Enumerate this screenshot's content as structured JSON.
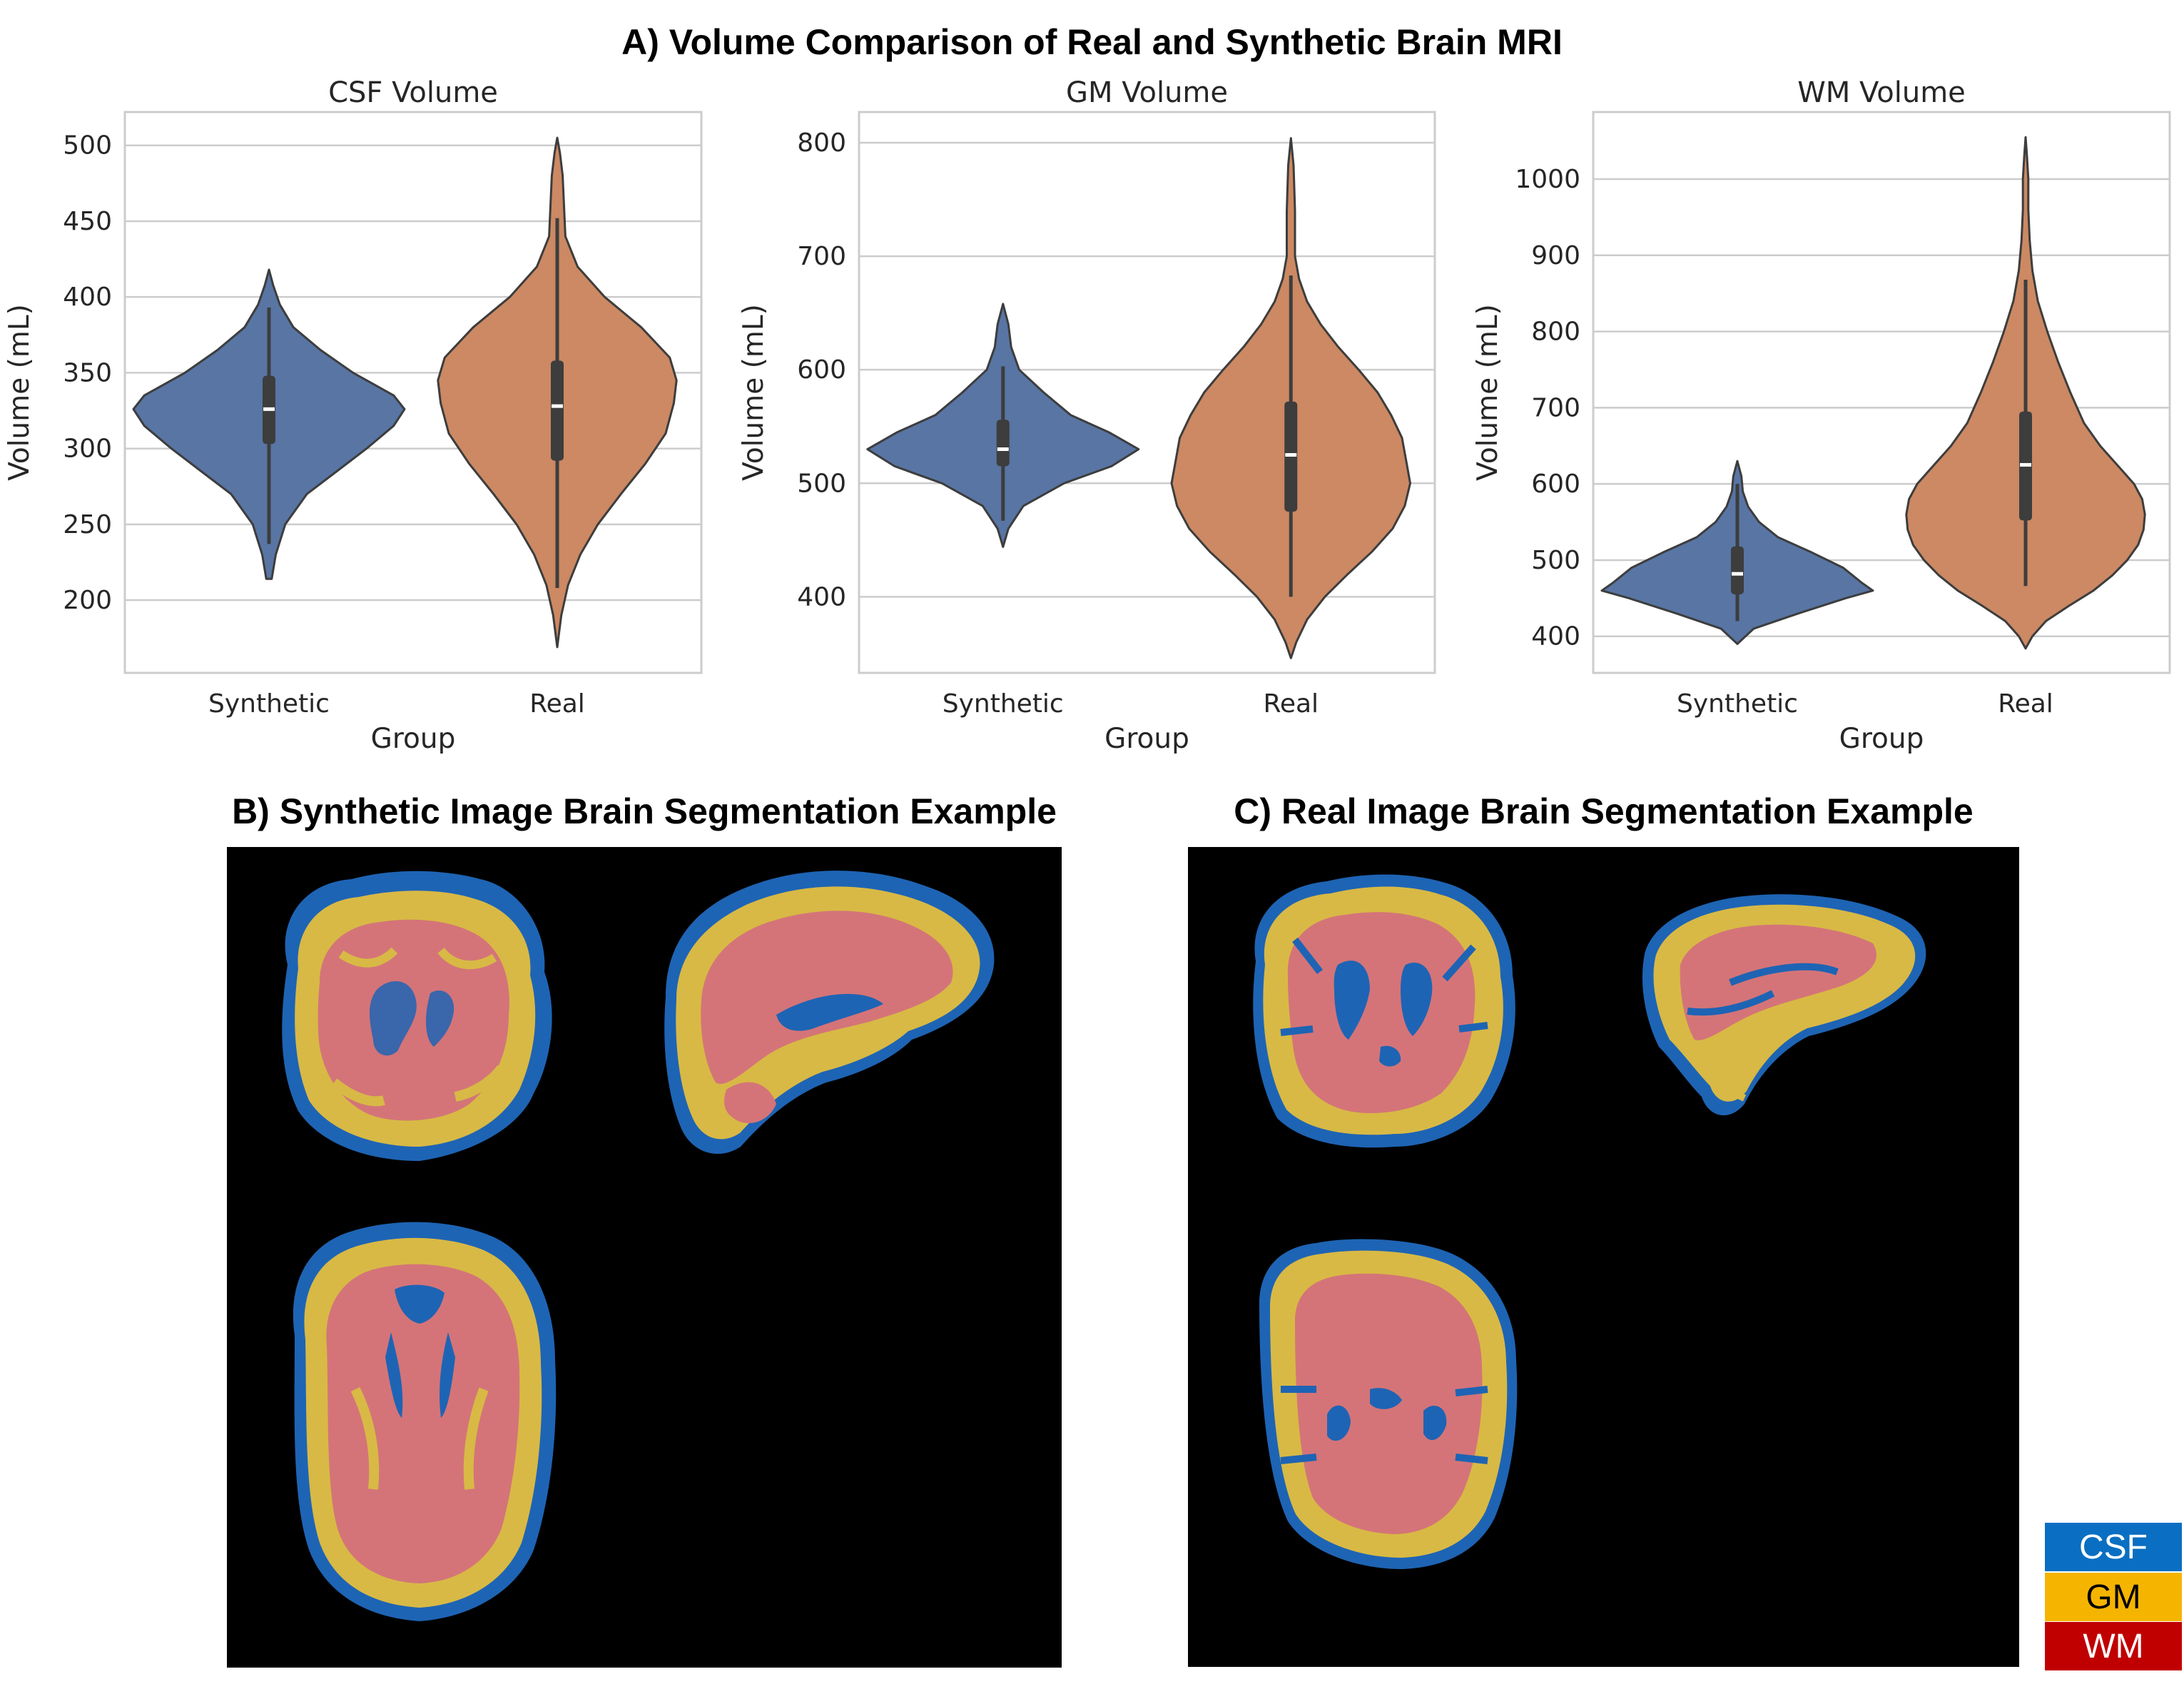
{
  "figure": {
    "title_a": "A) Volume Comparison of Real and Synthetic Brain MRI",
    "title_b": "B) Synthetic Image Brain Segmentation Example",
    "title_c": "C) Real Image Brain Segmentation Example"
  },
  "legend": {
    "items": [
      {
        "label": "CSF",
        "color": "#0a6fc2"
      },
      {
        "label": "GM",
        "color": "#f5b400"
      },
      {
        "label": "WM",
        "color": "#c00000"
      }
    ]
  },
  "colors": {
    "synthetic": "#5875a4",
    "real": "#cc8963",
    "csf": "#1e64b4",
    "gm": "#d8b945",
    "wm": "#d47478"
  },
  "chart_data": [
    {
      "type": "violin",
      "title": "CSF Volume",
      "xlabel": "Group",
      "ylabel": "Volume (mL)",
      "categories": [
        "Synthetic",
        "Real"
      ],
      "ylim": [
        152,
        522
      ],
      "yticks": [
        200,
        250,
        300,
        350,
        400,
        450,
        500
      ],
      "grid": true,
      "series": [
        {
          "name": "Synthetic",
          "color": "#5875a4",
          "min": 214,
          "max": 418,
          "q1": 303,
          "median": 326,
          "q3": 348,
          "whisker_low": 237,
          "whisker_high": 393,
          "profile": [
            [
              214,
              0.02
            ],
            [
              230,
              0.05
            ],
            [
              250,
              0.12
            ],
            [
              270,
              0.28
            ],
            [
              285,
              0.5
            ],
            [
              300,
              0.72
            ],
            [
              315,
              0.92
            ],
            [
              326,
              1.0
            ],
            [
              335,
              0.92
            ],
            [
              350,
              0.62
            ],
            [
              365,
              0.38
            ],
            [
              380,
              0.18
            ],
            [
              395,
              0.08
            ],
            [
              408,
              0.03
            ],
            [
              418,
              0.0
            ]
          ]
        },
        {
          "name": "Real",
          "color": "#cc8963",
          "min": 169,
          "max": 505,
          "q1": 292,
          "median": 328,
          "q3": 358,
          "whisker_low": 208,
          "whisker_high": 452,
          "profile": [
            [
              169,
              0.0
            ],
            [
              190,
              0.03
            ],
            [
              210,
              0.08
            ],
            [
              230,
              0.17
            ],
            [
              250,
              0.3
            ],
            [
              270,
              0.47
            ],
            [
              290,
              0.65
            ],
            [
              310,
              0.8
            ],
            [
              330,
              0.86
            ],
            [
              345,
              0.88
            ],
            [
              360,
              0.83
            ],
            [
              380,
              0.62
            ],
            [
              400,
              0.35
            ],
            [
              420,
              0.15
            ],
            [
              440,
              0.06
            ],
            [
              460,
              0.05
            ],
            [
              480,
              0.04
            ],
            [
              495,
              0.02
            ],
            [
              505,
              0.0
            ]
          ]
        }
      ]
    },
    {
      "type": "violin",
      "title": "GM Volume",
      "xlabel": "Group",
      "ylabel": "Volume (mL)",
      "categories": [
        "Synthetic",
        "Real"
      ],
      "ylim": [
        333,
        827
      ],
      "yticks": [
        400,
        500,
        600,
        700,
        800
      ],
      "grid": true,
      "series": [
        {
          "name": "Synthetic",
          "color": "#5875a4",
          "min": 444,
          "max": 658,
          "q1": 515,
          "median": 530,
          "q3": 556,
          "whisker_low": 467,
          "whisker_high": 603,
          "profile": [
            [
              444,
              0.0
            ],
            [
              460,
              0.04
            ],
            [
              480,
              0.15
            ],
            [
              500,
              0.45
            ],
            [
              515,
              0.8
            ],
            [
              530,
              1.0
            ],
            [
              545,
              0.78
            ],
            [
              560,
              0.5
            ],
            [
              580,
              0.3
            ],
            [
              600,
              0.12
            ],
            [
              620,
              0.06
            ],
            [
              640,
              0.04
            ],
            [
              658,
              0.0
            ]
          ]
        },
        {
          "name": "Real",
          "color": "#cc8963",
          "min": 346,
          "max": 804,
          "q1": 475,
          "median": 525,
          "q3": 572,
          "whisker_low": 400,
          "whisker_high": 683,
          "profile": [
            [
              346,
              0.0
            ],
            [
              360,
              0.04
            ],
            [
              380,
              0.12
            ],
            [
              400,
              0.25
            ],
            [
              420,
              0.42
            ],
            [
              440,
              0.6
            ],
            [
              460,
              0.75
            ],
            [
              480,
              0.84
            ],
            [
              500,
              0.88
            ],
            [
              520,
              0.85
            ],
            [
              540,
              0.82
            ],
            [
              560,
              0.74
            ],
            [
              580,
              0.64
            ],
            [
              600,
              0.5
            ],
            [
              620,
              0.35
            ],
            [
              640,
              0.22
            ],
            [
              660,
              0.12
            ],
            [
              680,
              0.06
            ],
            [
              700,
              0.03
            ],
            [
              740,
              0.03
            ],
            [
              780,
              0.02
            ],
            [
              804,
              0.0
            ]
          ]
        }
      ]
    },
    {
      "type": "violin",
      "title": "WM Volume",
      "xlabel": "Group",
      "ylabel": "Volume (mL)",
      "categories": [
        "Synthetic",
        "Real"
      ],
      "ylim": [
        352,
        1088
      ],
      "yticks": [
        400,
        500,
        600,
        700,
        800,
        900,
        1000
      ],
      "grid": true,
      "series": [
        {
          "name": "Synthetic",
          "color": "#5875a4",
          "min": 390,
          "max": 630,
          "q1": 455,
          "median": 482,
          "q3": 518,
          "whisker_low": 420,
          "whisker_high": 600,
          "profile": [
            [
              390,
              0.0
            ],
            [
              410,
              0.12
            ],
            [
              430,
              0.45
            ],
            [
              450,
              0.8
            ],
            [
              460,
              1.0
            ],
            [
              470,
              0.92
            ],
            [
              490,
              0.78
            ],
            [
              510,
              0.55
            ],
            [
              530,
              0.3
            ],
            [
              550,
              0.16
            ],
            [
              570,
              0.08
            ],
            [
              590,
              0.04
            ],
            [
              610,
              0.03
            ],
            [
              630,
              0.0
            ]
          ]
        },
        {
          "name": "Real",
          "color": "#cc8963",
          "min": 384,
          "max": 1055,
          "q1": 552,
          "median": 625,
          "q3": 695,
          "whisker_low": 466,
          "whisker_high": 868,
          "profile": [
            [
              384,
              0.0
            ],
            [
              400,
              0.05
            ],
            [
              420,
              0.15
            ],
            [
              440,
              0.32
            ],
            [
              460,
              0.5
            ],
            [
              480,
              0.64
            ],
            [
              500,
              0.75
            ],
            [
              520,
              0.83
            ],
            [
              540,
              0.87
            ],
            [
              560,
              0.88
            ],
            [
              580,
              0.86
            ],
            [
              600,
              0.8
            ],
            [
              620,
              0.7
            ],
            [
              650,
              0.55
            ],
            [
              680,
              0.43
            ],
            [
              720,
              0.33
            ],
            [
              760,
              0.24
            ],
            [
              800,
              0.16
            ],
            [
              840,
              0.09
            ],
            [
              880,
              0.05
            ],
            [
              920,
              0.03
            ],
            [
              960,
              0.02
            ],
            [
              1000,
              0.02
            ],
            [
              1030,
              0.01
            ],
            [
              1055,
              0.0
            ]
          ]
        }
      ]
    }
  ]
}
